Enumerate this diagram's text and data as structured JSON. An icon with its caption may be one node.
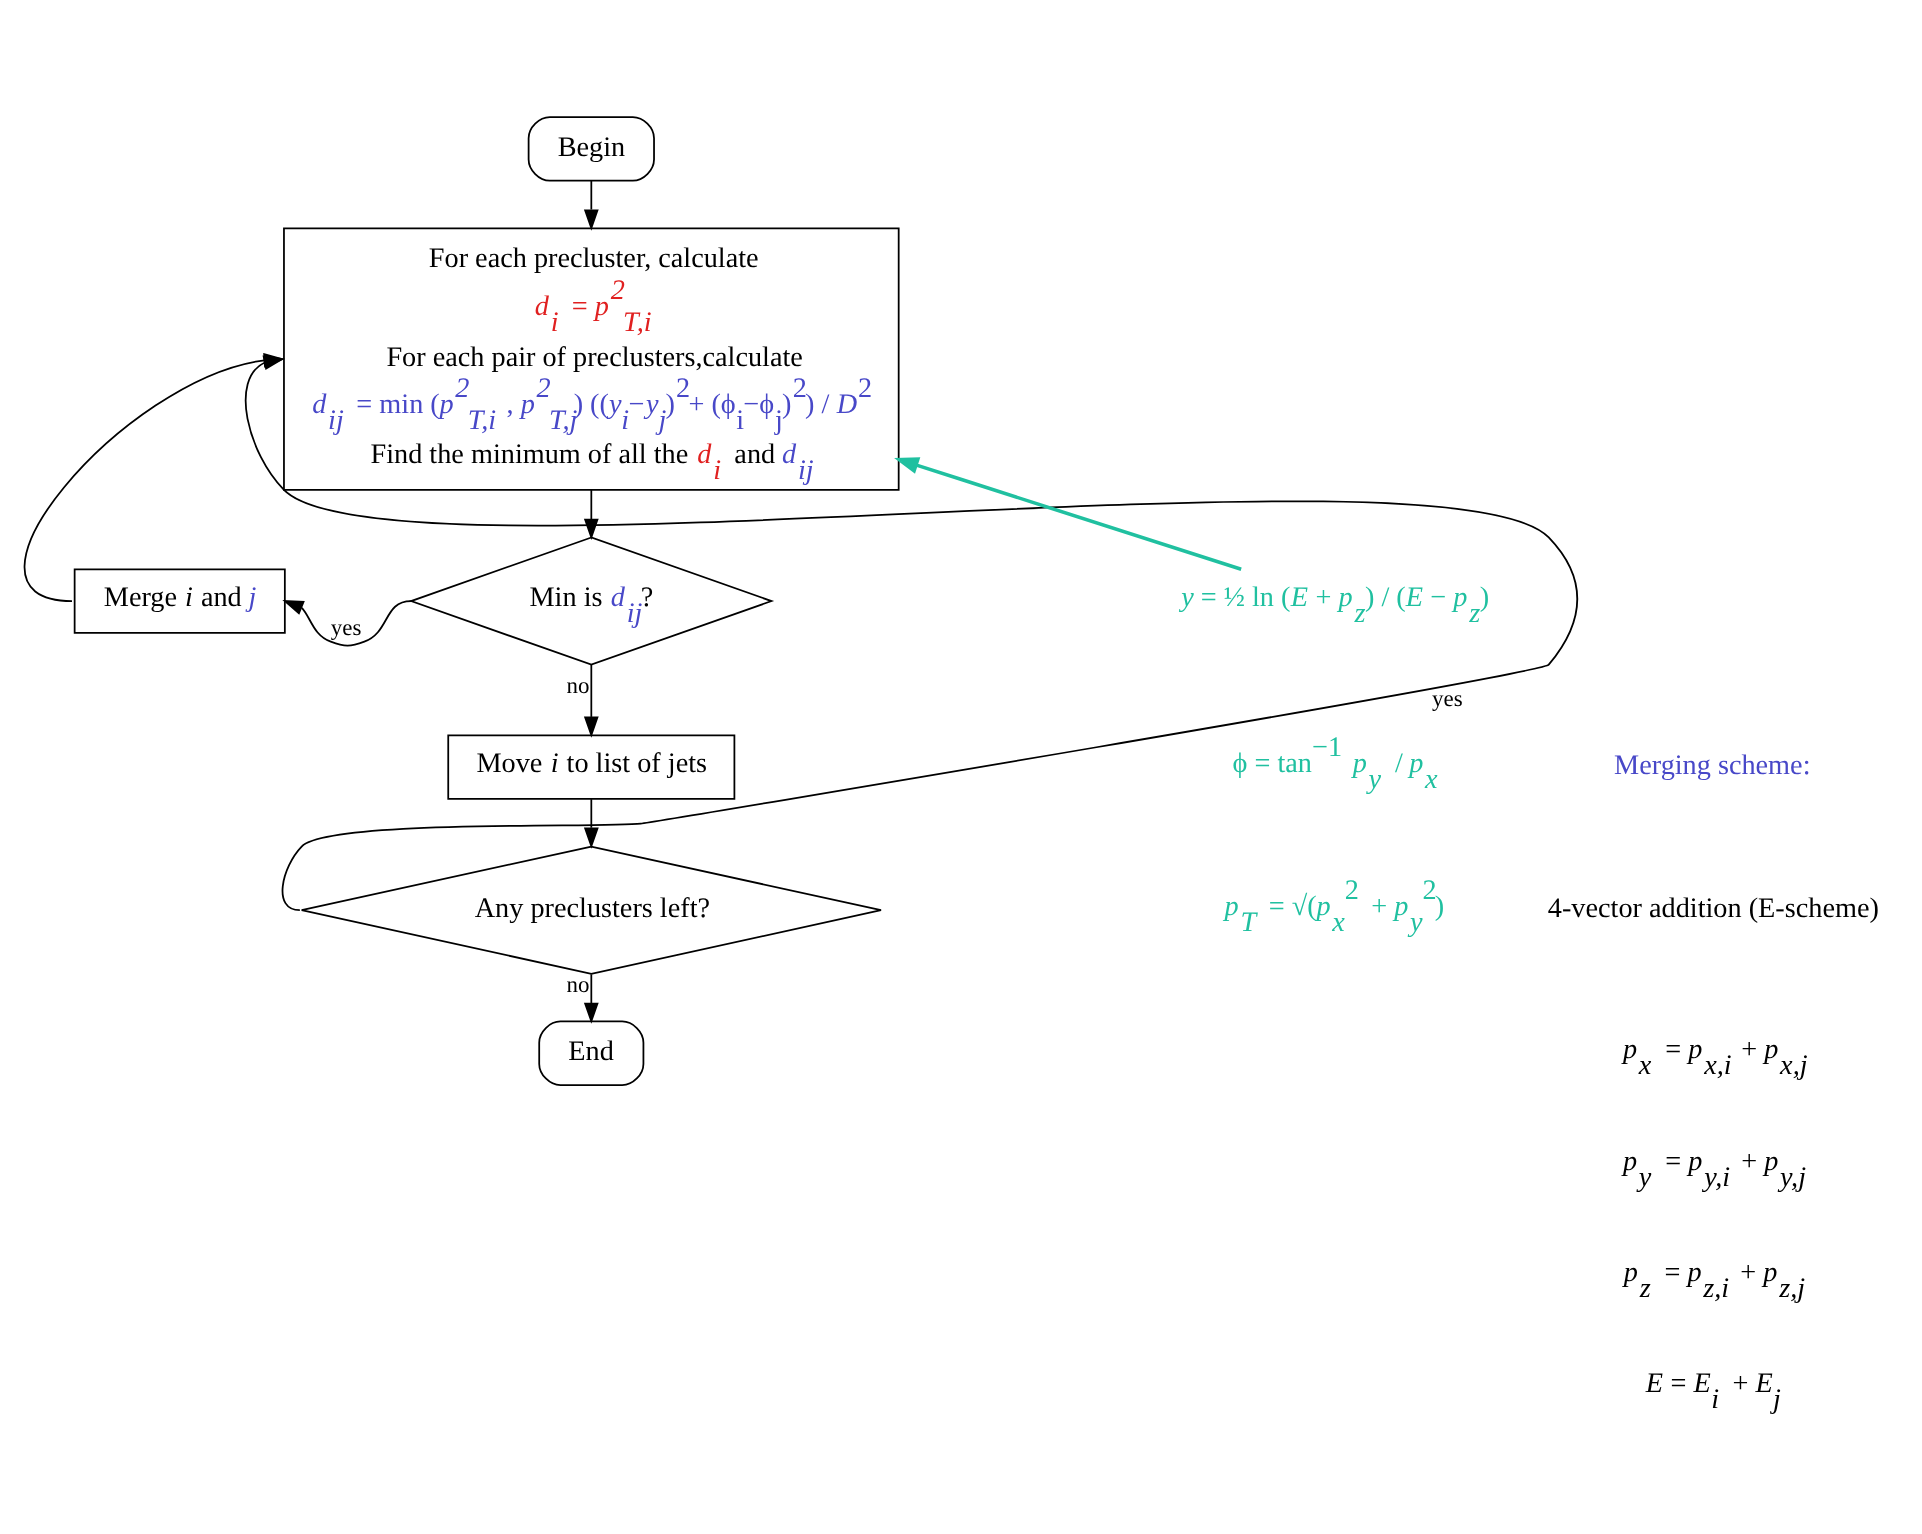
{
  "diagram": {
    "nodes": [
      {
        "text": [
          "Begin"
        ]
      },
      {
        "text": [
          "For each precluster, calculate",
          "*d$_{i}$* = *p$^{2}$$_{T,i}$*",
          "For each pair of preclusters,calculate",
          "*d$_{ij}$* = min (*p$^{2}$$_{T,i}$* , *p$^{2}$$_{T,j}$*) ((*y$_{i}$*−*y$_{j}$*)$^{2}$+ (ϕ$_{i}$−ϕ$_{j}$)$^{2}$) / *D*$^{2}$",
          "Find the minimum of all the *d$_{i}$* and *d$_{ij}$*"
        ]
      },
      {
        "text": [
          "Merge *i* and *j*"
        ]
      },
      {
        "text": [
          "Min is *d$_{ij}$*?"
        ]
      },
      {
        "text": [
          "Move *i* to list of jets"
        ]
      },
      {
        "text": [
          "Any preclusters left?"
        ]
      },
      {
        "text": [
          "End"
        ]
      },
      {
        "text": [
          "*y* = ½ ln (*E* + *p$_{z}$*) / (*E* − *p$_{z}$*)"
        ]
      }
    ],
    "edges": [
      {
        "from": 0,
        "to": 1,
        "arrow": "to"
      },
      {
        "from": 1,
        "to": 3,
        "arrow": "to"
      },
      {
        "from": 3,
        "to": 2,
        "arrow": "to",
        "label": "yes"
      },
      {
        "from": 2,
        "to": 1,
        "arrow": "to"
      },
      {
        "from": 3,
        "to": 4,
        "arrow": "to",
        "label": "no"
      },
      {
        "from": 4,
        "to": 5,
        "arrow": "to"
      },
      {
        "from": 5,
        "to": 1,
        "arrow": "to",
        "label": "yes"
      },
      {
        "from": 5,
        "to": 6,
        "arrow": "to",
        "label": "no"
      },
      {
        "from": 7,
        "to": 1,
        "arrow": "to",
        "color": "#20c0a0"
      }
    ],
    "labels": [
      "ϕ = tan$^{−1}$ *p$_{y}$* / *p$_{x}$*",
      "*p$_{T}$* = √(*p$_{x}$*$^{2}$ + *p$_{y}$*$^{2}$)",
      "Merging scheme:",
      "4-vector addition (E-scheme)",
      "*p$_{x}$* = *p$_{x,i}$* + *p$_{x,j}$*",
      "*p$_{y}$* = *p$_{y,i}$* + *p$_{y,j}$*",
      "*p$_{z}$* = *p$_{z,i}$* + *p$_{z,j}$*",
      "*E* = *E$_{i}$* + *E$_{j}$*"
    ]
  }
}
